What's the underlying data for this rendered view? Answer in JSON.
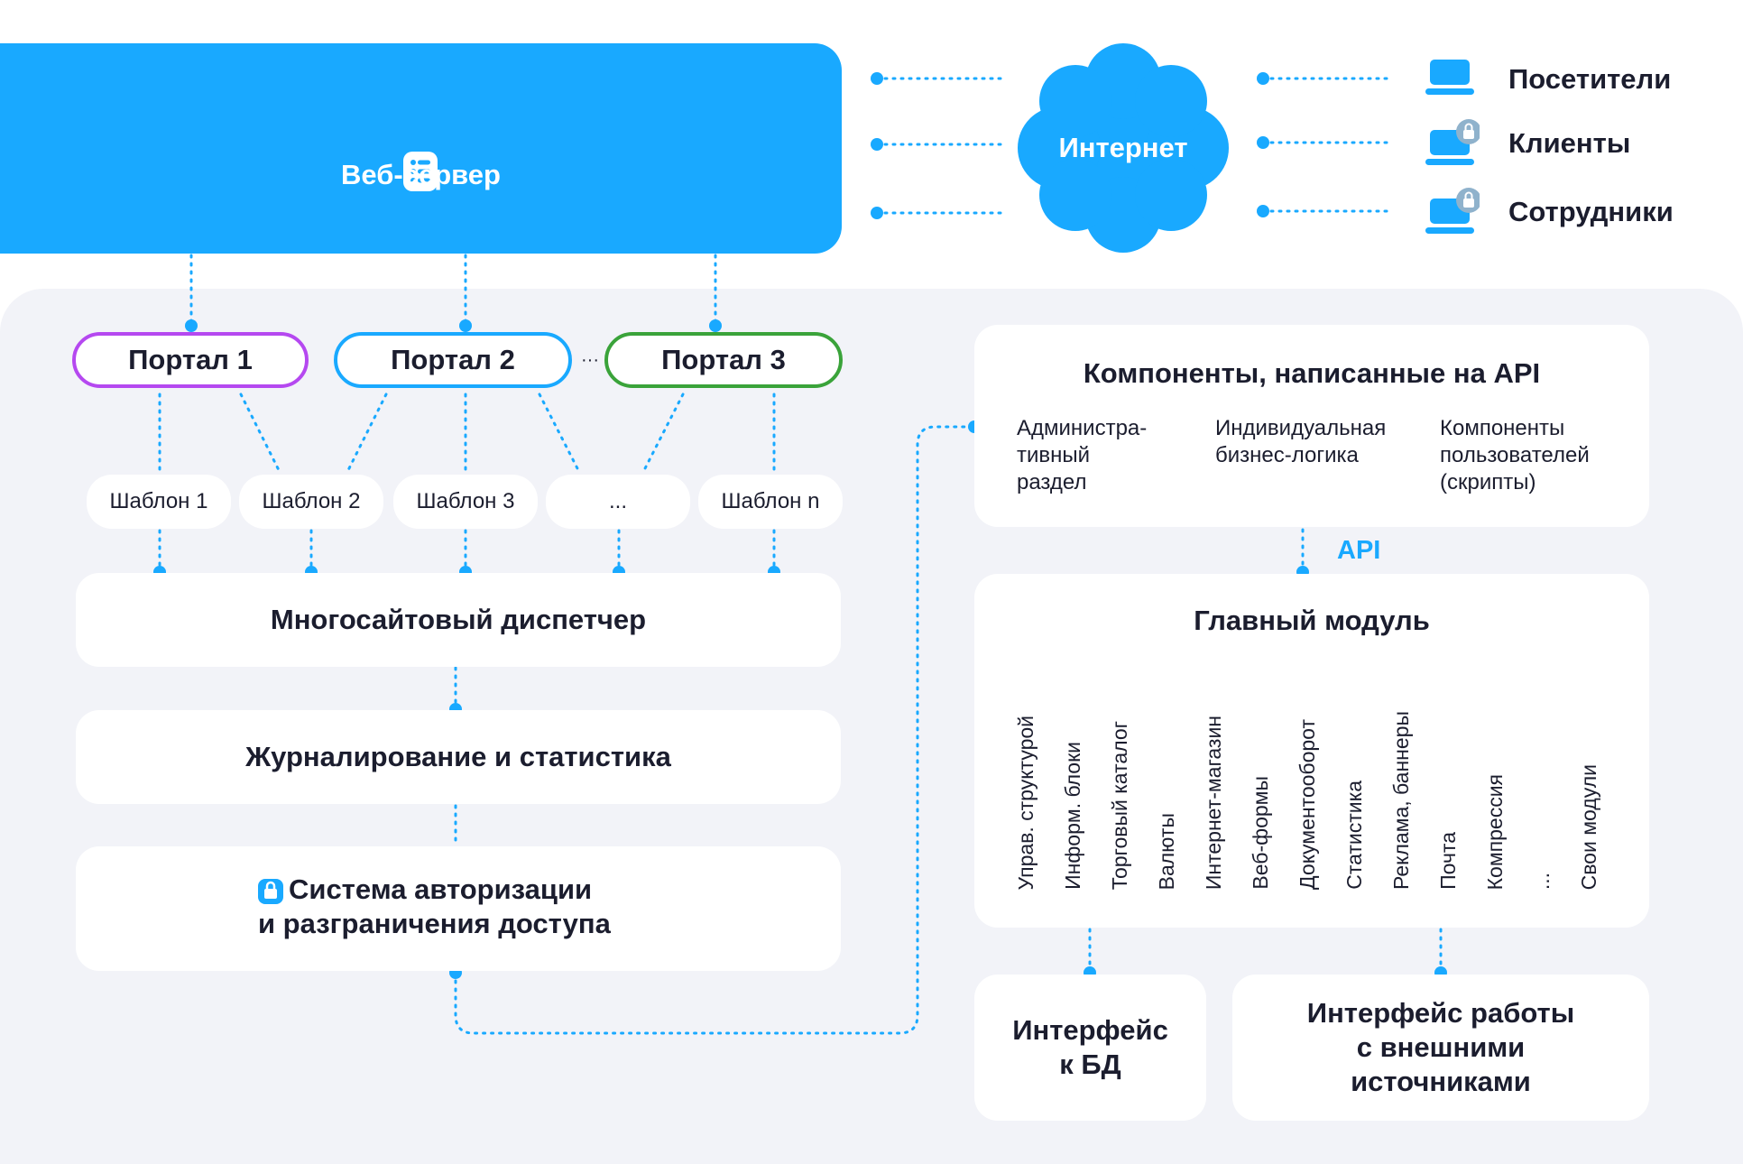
{
  "web_server": {
    "label": "Веб-сервер"
  },
  "internet": {
    "label": "Интернет"
  },
  "users": [
    {
      "label": "Посетители"
    },
    {
      "label": "Клиенты"
    },
    {
      "label": "Сотрудники"
    }
  ],
  "portals": [
    {
      "label": "Портал 1",
      "color": "#b548f0"
    },
    {
      "label": "Портал 2",
      "color": "#19a9ff"
    },
    {
      "label": "Портал 3",
      "color": "#3aa33a"
    }
  ],
  "portal_ellipsis": "···",
  "templates": [
    "Шаблон 1",
    "Шаблон 2",
    "Шаблон 3",
    "...",
    "Шаблон n"
  ],
  "left_stack": {
    "dispatcher": "Многосайтовый диспетчер",
    "logging": "Журналирование и статистика",
    "auth_line1": "Система авторизации",
    "auth_line2": "и разграничения доступа"
  },
  "api_components": {
    "title": "Компоненты, написанные на API",
    "items": [
      {
        "line1": "Администра-",
        "line2": "тивный",
        "line3": "раздел"
      },
      {
        "line1": "Индивидуальная",
        "line2": "бизнес-логика",
        "line3": ""
      },
      {
        "line1": "Компоненты",
        "line2": "пользователей",
        "line3": "(скрипты)"
      }
    ]
  },
  "api_label": "API",
  "main_module": {
    "title": "Главный модуль",
    "modules": [
      "Управ. структурой",
      "Информ. блоки",
      "Торговый каталог",
      "Валюты",
      "Интернет-магазин",
      "Веб-формы",
      "Документооборот",
      "Статистика",
      "Реклама, баннеры",
      "Почта",
      "Компрессия",
      "...",
      "Свои модули"
    ]
  },
  "db_interface": {
    "line1": "Интерфейс",
    "line2": "к БД"
  },
  "ext_interface": {
    "line1": "Интерфейс работы",
    "line2": "с внешними",
    "line3": "источниками"
  },
  "colors": {
    "accent": "#19a9ff",
    "panel": "#f2f3f8",
    "text": "#1b1d2e"
  }
}
